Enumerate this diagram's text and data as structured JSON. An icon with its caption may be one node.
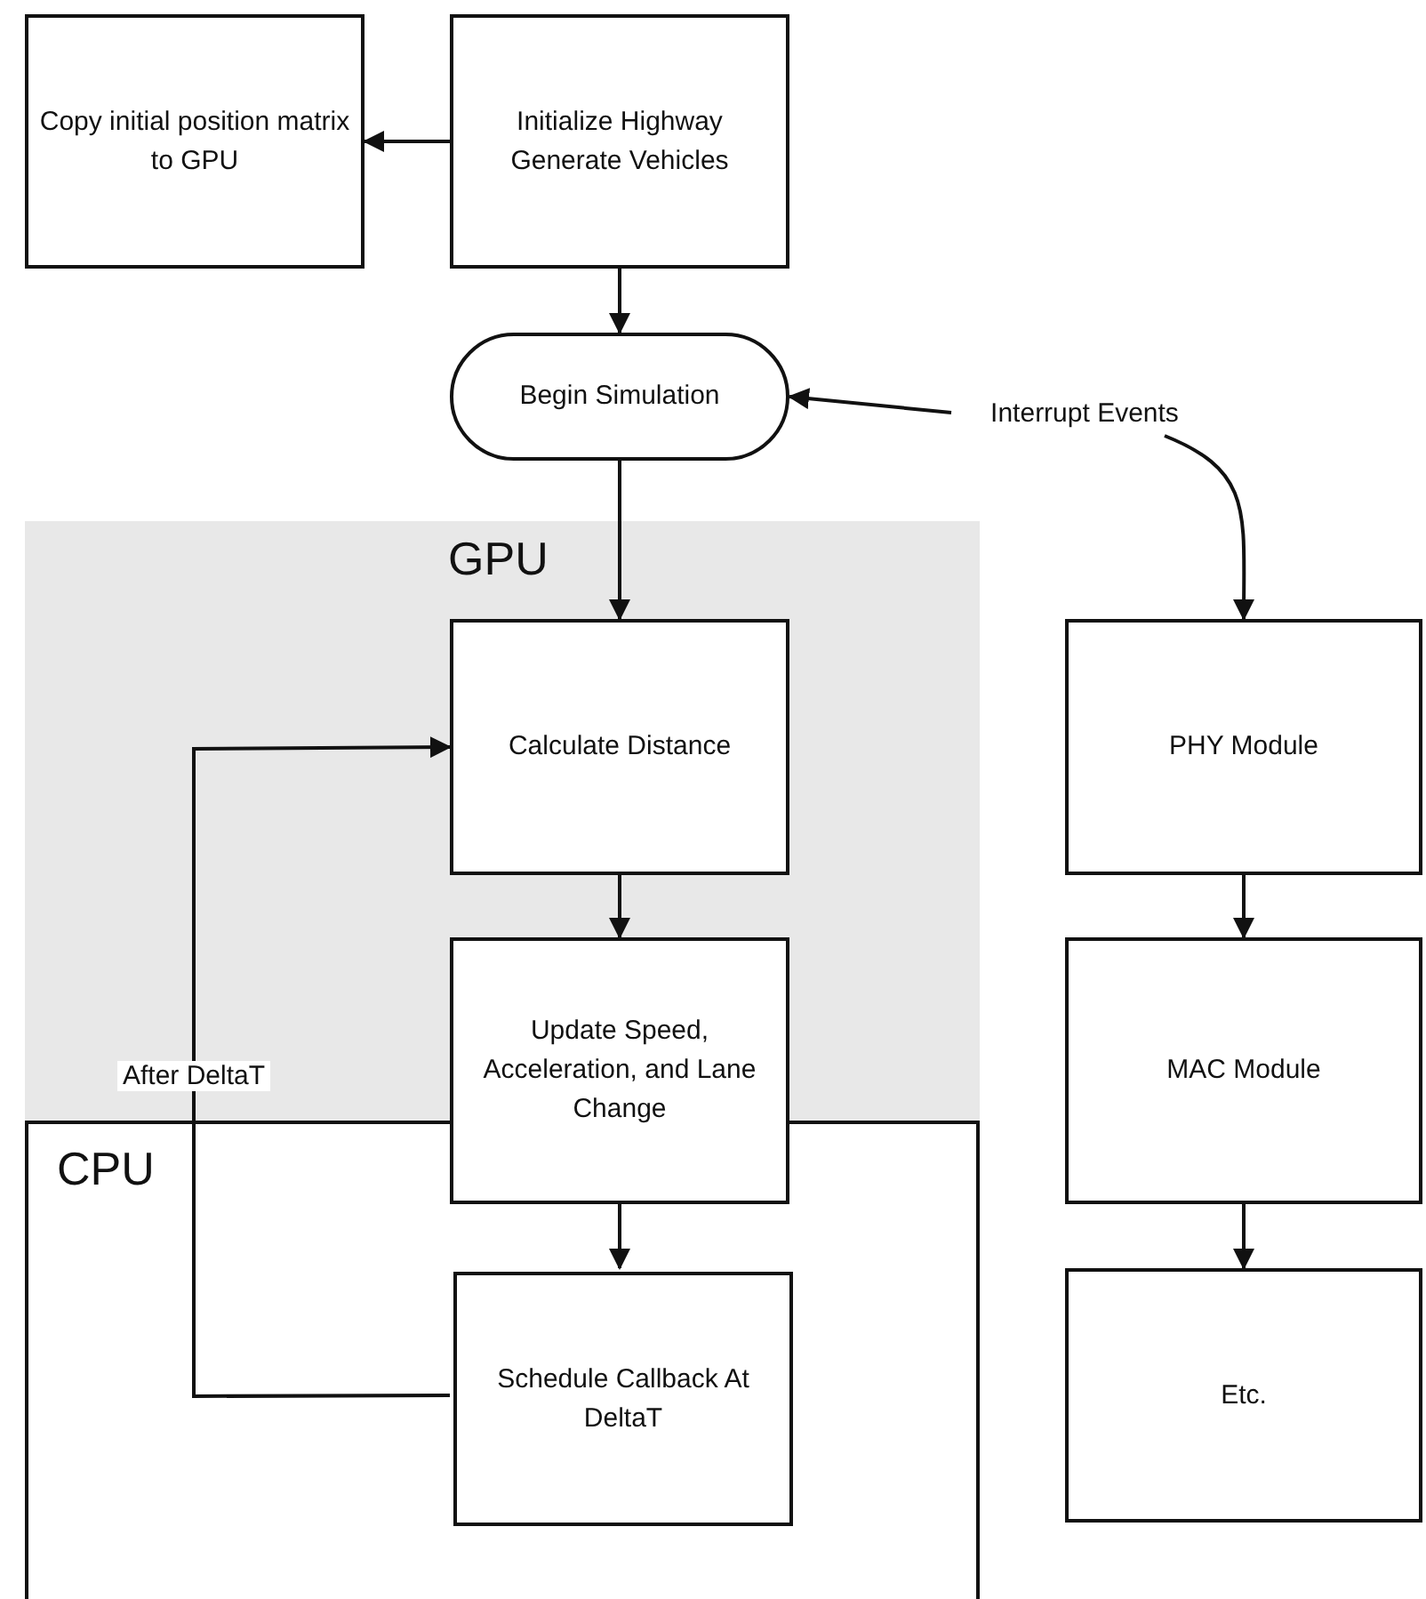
{
  "diagram": {
    "nodes": [
      {
        "text": [
          "Copy initial position matrix to GPU"
        ]
      },
      {
        "text": [
          "Initialize Highway Generate Vehicles"
        ]
      },
      {
        "text": [
          "Begin Simulation"
        ]
      },
      {
        "text": [
          "Interrupt Events"
        ]
      },
      {
        "text": [
          "GPU"
        ]
      },
      {
        "text": [
          "Calculate Distance"
        ],
        "in": 4
      },
      {
        "text": [
          "Update Speed, Acceleration, and Lane Change"
        ]
      },
      {
        "text": [
          "CPU"
        ]
      },
      {
        "text": [
          "Schedule Callback At DeltaT"
        ],
        "in": 7
      },
      {
        "text": [
          "PHY Module"
        ]
      },
      {
        "text": [
          "MAC Module"
        ]
      },
      {
        "text": [
          "Etc."
        ]
      }
    ],
    "edges": [
      {
        "from": 1,
        "to": 0,
        "arrow": "to"
      },
      {
        "from": 1,
        "to": 2,
        "arrow": "to"
      },
      {
        "from": 2,
        "to": 5,
        "arrow": "to"
      },
      {
        "from": 3,
        "to": 2,
        "arrow": "to"
      },
      {
        "from": 3,
        "to": 9,
        "arrow": "to"
      },
      {
        "from": 5,
        "to": 6,
        "arrow": "to"
      },
      {
        "from": 6,
        "to": 8,
        "arrow": "to"
      },
      {
        "from": 8,
        "to": 5,
        "arrow": "to",
        "label": "After DeltaT"
      },
      {
        "from": 9,
        "to": 10,
        "arrow": "to"
      },
      {
        "from": 10,
        "to": 11,
        "arrow": "to"
      }
    ]
  }
}
